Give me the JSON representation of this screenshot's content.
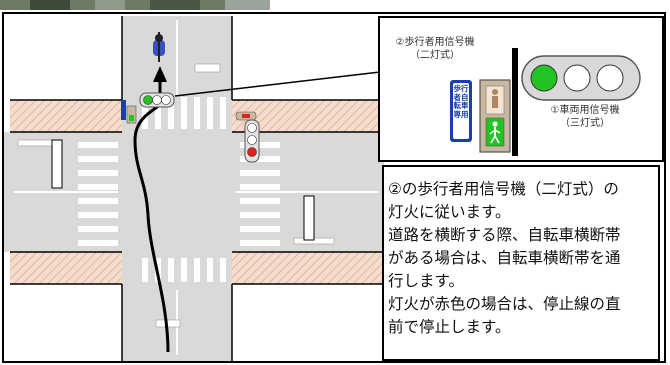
{
  "callout": {
    "pedestrian_signal_label_line1": "②歩行者用信号機",
    "pedestrian_signal_label_line2": "（二灯式）",
    "vehicle_signal_label_line1": "①車両用信号機",
    "vehicle_signal_label_line2": "（三灯式）",
    "bike_sign_text": "歩行者自転車専用"
  },
  "description": {
    "lines": [
      "②の歩行者用信号機（二灯式）の",
      "灯火に従います。",
      "道路を横断する際、自転車横断帯",
      "がある場合は、自転車横断帯を通",
      "行します。",
      "灯火が赤色の場合は、停止線の直",
      "前で停止します。"
    ]
  },
  "colors": {
    "road": "#d9d9d9",
    "sidewalk": "#f6dccd",
    "signal_green": "#22c322",
    "signal_red": "#e0221f",
    "bike_sign_blue": "#1a3fa8"
  }
}
